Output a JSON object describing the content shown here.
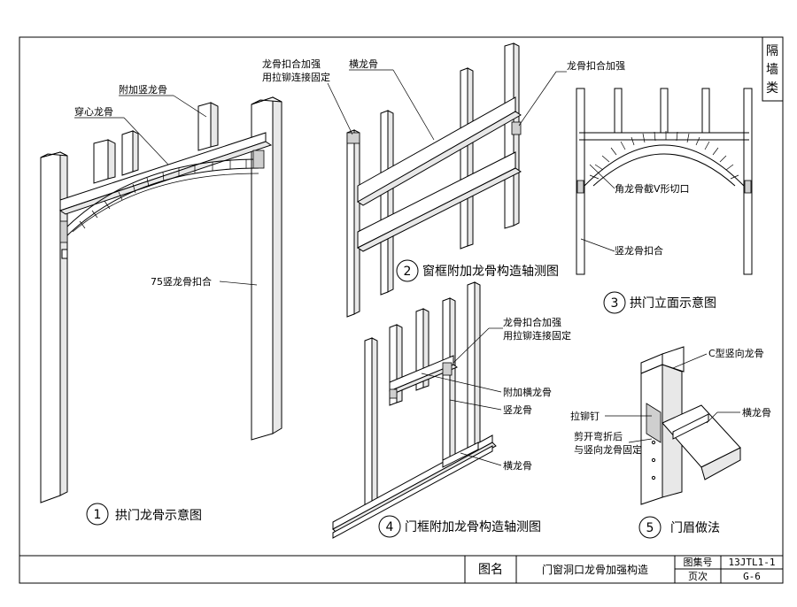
{
  "sheet": {
    "category": [
      "隔",
      "墙",
      "类"
    ]
  },
  "figure1": {
    "number": "1",
    "caption": "拱门龙骨示意图",
    "labels": {
      "extra_stud": "附加竖龙骨",
      "through_keel": "穿心龙骨",
      "stud_75": "75竖龙骨扣合"
    }
  },
  "figure2": {
    "number": "2",
    "caption": "窗框附加龙骨构造轴测图",
    "labels": {
      "buckle_reinforce_1": "龙骨扣合加强",
      "buckle_reinforce_2": "用拉铆连接固定",
      "track": "横龙骨"
    }
  },
  "figure3": {
    "number": "3",
    "caption": "拱门立面示意图",
    "labels": {
      "buckle_reinforce": "龙骨扣合加强",
      "v_cut": "角龙骨截V形切口",
      "stud_buckle": "竖龙骨扣合"
    }
  },
  "figure4": {
    "number": "4",
    "caption": "门框附加龙骨构造轴测图",
    "labels": {
      "buckle_reinforce_1": "龙骨扣合加强",
      "buckle_reinforce_2": "用拉铆连接固定",
      "extra_track": "附加横龙骨",
      "stud": "竖龙骨",
      "track": "横龙骨"
    }
  },
  "figure5": {
    "number": "5",
    "caption": "门眉做法",
    "labels": {
      "c_stud": "C型竖向龙骨",
      "rivet": "拉铆钉",
      "track": "横龙骨",
      "cut_bend_1": "剪开弯折后",
      "cut_bend_2": "与竖向龙骨固定"
    }
  },
  "title_block": {
    "drawing_name_label": "图名",
    "drawing_name": "门窗洞口龙骨加强构造",
    "atlas_no_label": "图集号",
    "atlas_no": "13JTL1-1",
    "page_label": "页次",
    "page": "G-6"
  }
}
